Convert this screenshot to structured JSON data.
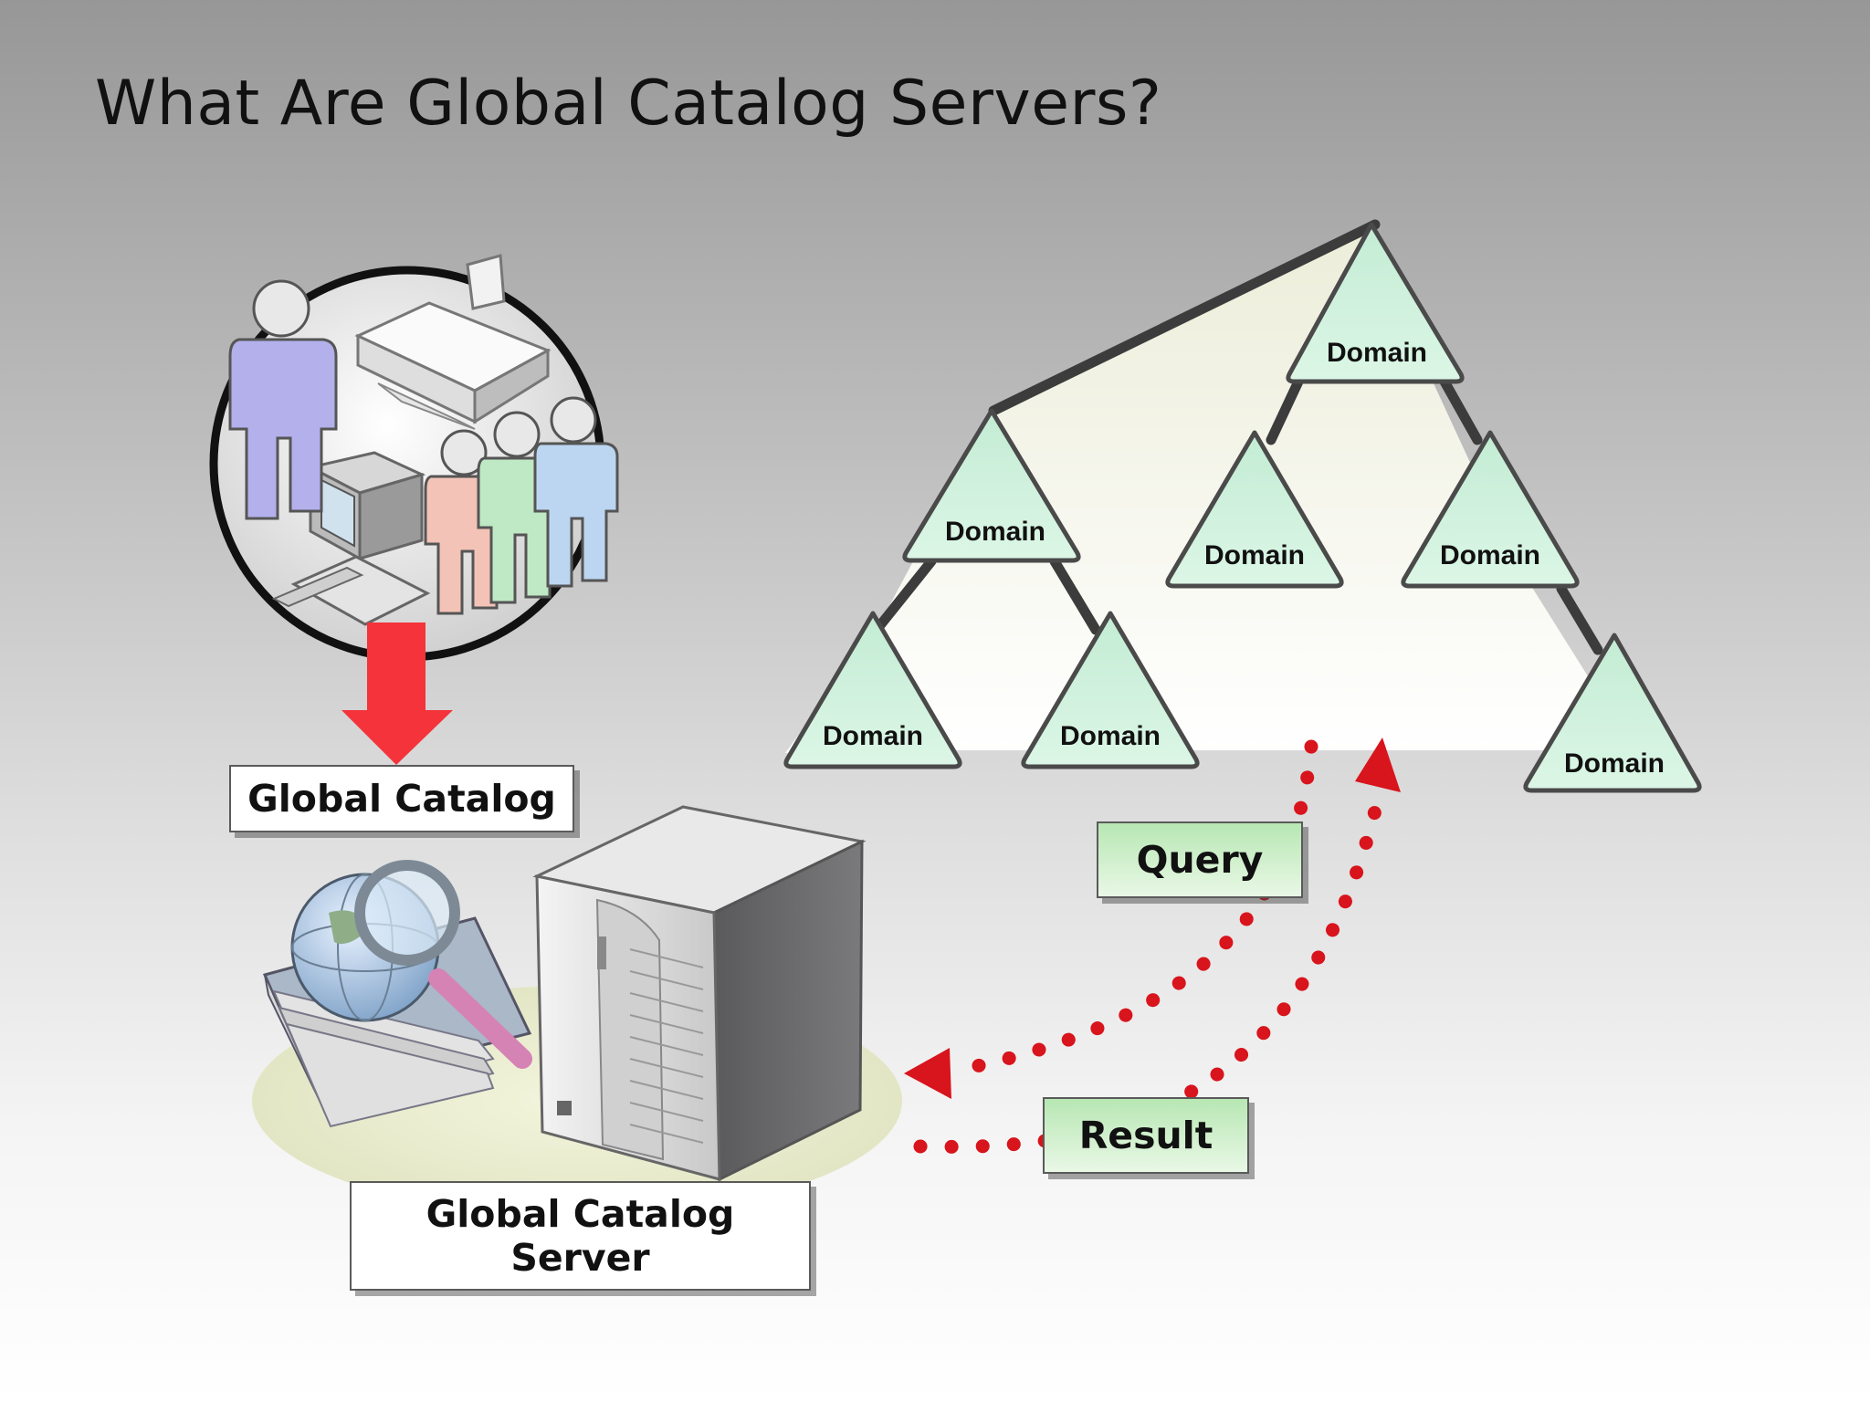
{
  "title": "What Are Global Catalog Servers?",
  "labels": {
    "global_catalog": "Global Catalog",
    "global_catalog_server_line1": "Global Catalog",
    "global_catalog_server_line2": "Server",
    "query": "Query",
    "result": "Result"
  },
  "domains": [
    "Domain",
    "Domain",
    "Domain",
    "Domain",
    "Domain",
    "Domain",
    "Domain"
  ],
  "icons": [
    "users-icon",
    "printer-icon",
    "computer-icon",
    "globe-magnifier-icon",
    "server-icon",
    "down-arrow-icon"
  ],
  "colors": {
    "domain_fill": "#ccefdc",
    "arrow_red": "#d8141c",
    "catalog_arrow": "#f4333a",
    "label_green": "#c4eac0"
  }
}
